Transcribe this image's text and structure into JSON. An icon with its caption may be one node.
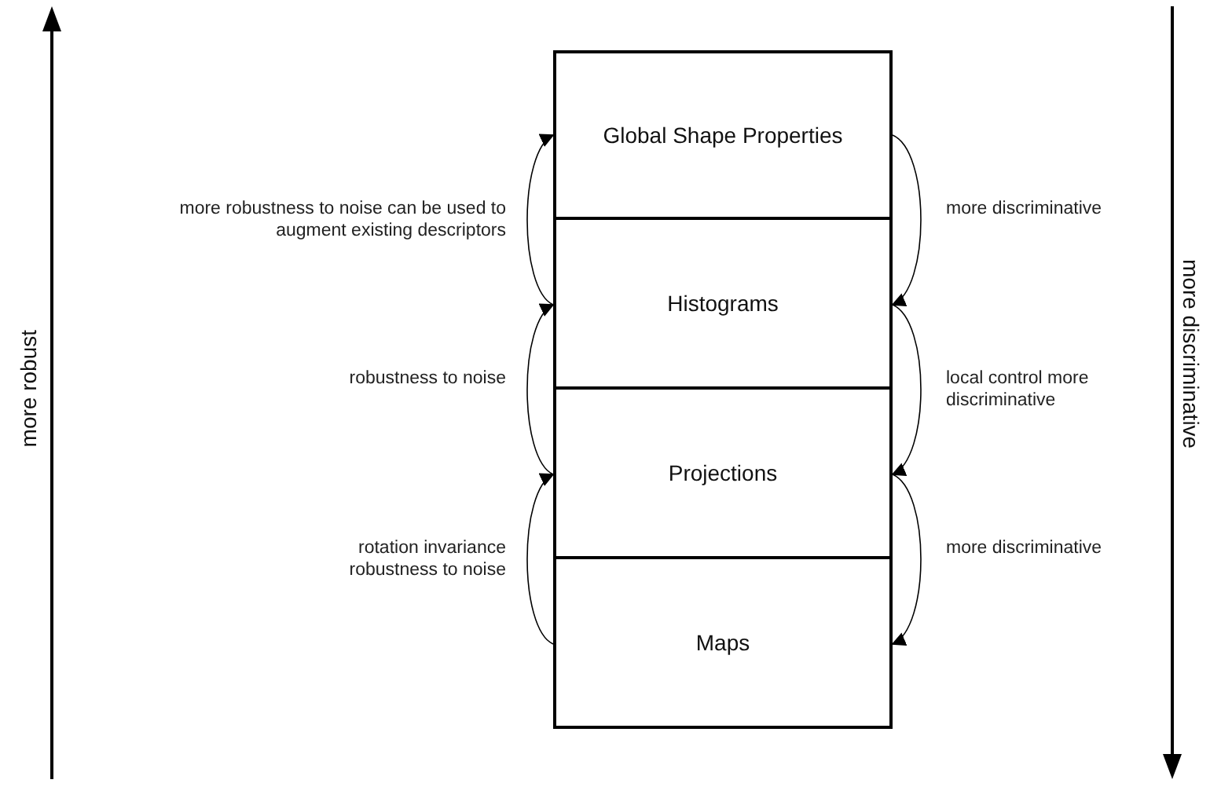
{
  "diagram": {
    "nodes": [
      {
        "text": [
          "Global Shape Properties"
        ]
      },
      {
        "text": [
          "Histograms"
        ]
      },
      {
        "text": [
          "Projections"
        ]
      },
      {
        "text": [
          "Maps"
        ]
      }
    ],
    "edges": [
      {
        "from": 1,
        "to": 0,
        "arrow": "to",
        "label": "more robustness to noise can be used to augment existing descriptors"
      },
      {
        "from": 2,
        "to": 1,
        "arrow": "to",
        "label": "robustness to noise"
      },
      {
        "from": 3,
        "to": 2,
        "arrow": "to",
        "label": "rotation invariance robustness to noise"
      },
      {
        "from": 0,
        "to": 1,
        "arrow": "to",
        "label": "more discriminative"
      },
      {
        "from": 1,
        "to": 2,
        "arrow": "to",
        "label": "local control more discriminative"
      },
      {
        "from": 2,
        "to": 3,
        "arrow": "to",
        "label": "more discriminative"
      }
    ],
    "labels": [
      "more robust",
      "more discriminative"
    ]
  }
}
